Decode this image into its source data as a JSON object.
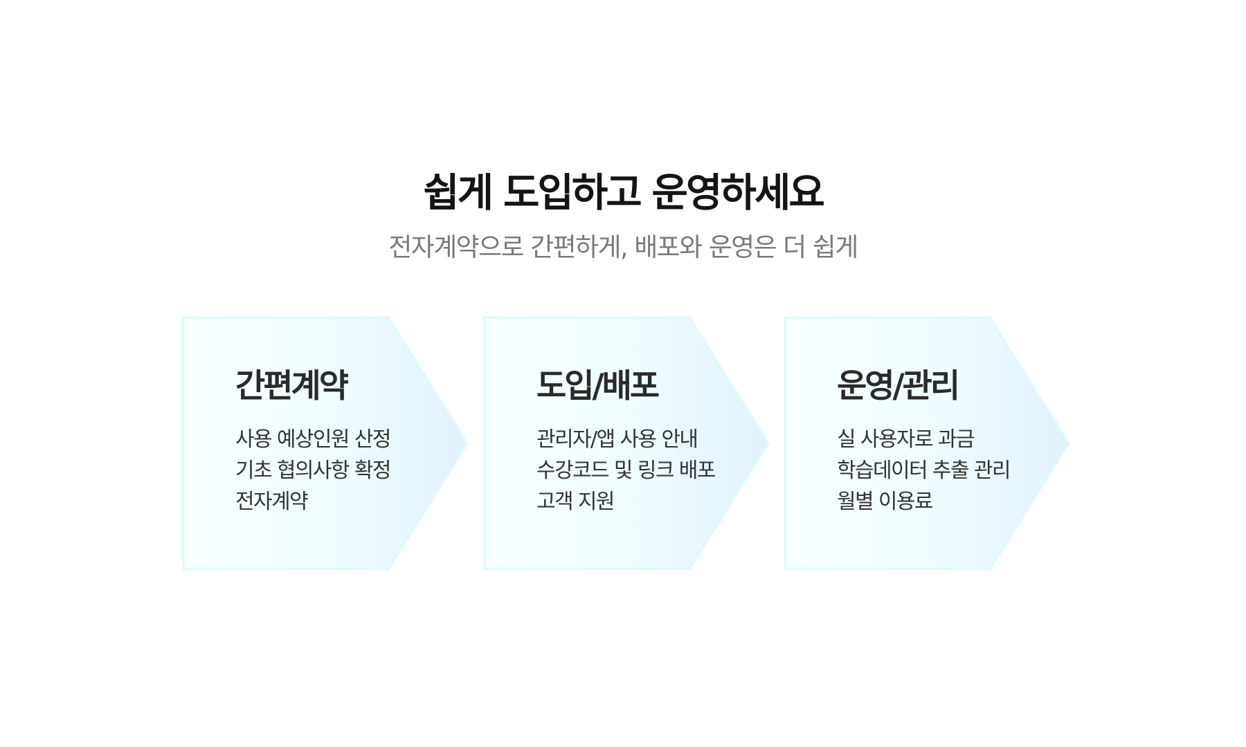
{
  "header": {
    "title": "쉽게 도입하고 운영하세요",
    "subtitle": "전자계약으로 간편하게, 배포와 운영은 더 쉽게"
  },
  "cards": [
    {
      "title": "간편계약",
      "items": [
        "사용 예상인원 산정",
        "기초 협의사항 확정",
        "전자계약"
      ]
    },
    {
      "title": "도입/배포",
      "items": [
        "관리자/앱 사용 안내",
        "수강코드 및 링크 배포",
        "고객 지원"
      ]
    },
    {
      "title": "운영/관리",
      "items": [
        "실 사용자로 과금",
        "학습데이터 추출 관리",
        "월별 이용료"
      ]
    }
  ],
  "colors": {
    "background": "#ffffff",
    "title": "#141414",
    "subtitle": "#7a7a7a",
    "card_gradient_start": "#f8ffff",
    "card_gradient_mid": "#effcff",
    "card_gradient_end": "#e2f1fd",
    "card_border": "#dff8fb"
  }
}
